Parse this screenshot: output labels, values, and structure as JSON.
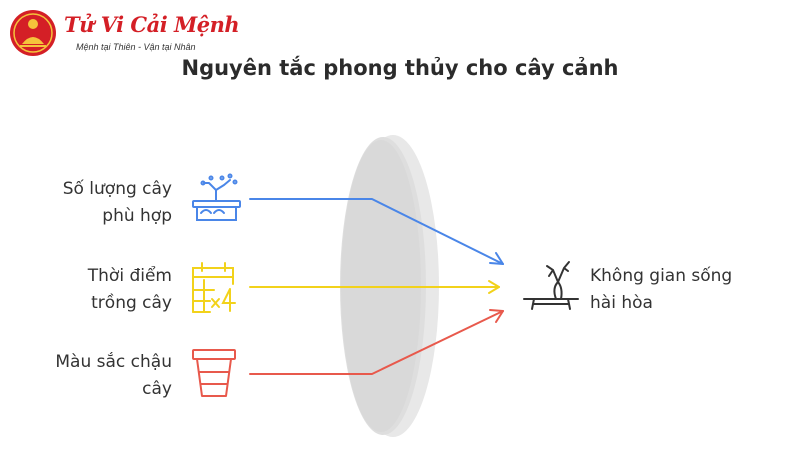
{
  "brand": {
    "title": "Tử Vi Cải Mệnh",
    "slogan": "Mệnh tại Thiên - Vận tại Nhân",
    "color": "#d41f26"
  },
  "title": "Nguyên tắc phong thủy cho cây cảnh",
  "inputs": [
    {
      "line1": "Số lượng cây",
      "line2": "phù hợp",
      "icon": "bonsai-icon",
      "color": "#4a86e8"
    },
    {
      "line1": "Thời điểm",
      "line2": "trồng cây",
      "icon": "calendar-icon",
      "color": "#f2d21b"
    },
    {
      "line1": "Màu sắc chậu",
      "line2": "cây",
      "icon": "flower-pot-icon",
      "color": "#e8594c"
    }
  ],
  "output": {
    "line1": "Không gian sống",
    "line2": "hài hòa",
    "icon": "plant-on-table-icon",
    "color": "#333333"
  },
  "colors": {
    "lens": "#dcdcdc",
    "text": "#333333"
  }
}
